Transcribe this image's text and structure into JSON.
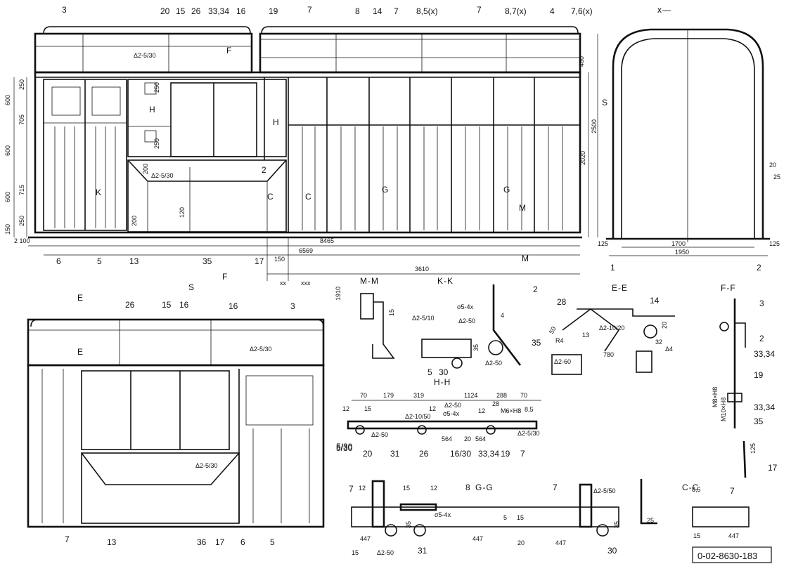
{
  "drawing_number": "0-02-8630-183",
  "sections": {
    "mm": "M-M",
    "kk": "K-K",
    "ee": "E-E",
    "ff": "F-F",
    "hh": "H-H",
    "gg": "G-G",
    "cc": "C-C",
    "s": "S"
  },
  "main_view": {
    "dims": {
      "overall_8465": "8465",
      "overall_6569": "6569",
      "len_3610": "3610",
      "d2100": "2 100",
      "d150": "150",
      "h480": "480",
      "h2500": "2500",
      "h2020": "2020",
      "h120": "120",
      "h200": "200",
      "side_600a": "600",
      "side_705a": "705",
      "side_600b": "600",
      "side_715": "715",
      "side_600c": "600",
      "side_250a": "250",
      "side_150": "150",
      "side_250b": "250",
      "in_250a": "250",
      "in_250b": "250",
      "in_200": "200",
      "weld_a": "Δ2-5/30",
      "weld_b": "Δ2-5/30"
    },
    "callouts": {
      "c3": "3",
      "c20": "20",
      "c15": "15",
      "c26": "26",
      "c3334": "33,34",
      "c16": "16",
      "c19": "19",
      "c7a": "7",
      "c8": "8",
      "c14": "14",
      "c7b": "7",
      "c85x": "8,5(x)",
      "c7c": "7",
      "c87x": "8,7(x)",
      "c4": "4",
      "c76x": "7,6(x)",
      "c6": "6",
      "c5": "5",
      "c13": "13",
      "c35": "35",
      "c17": "17",
      "c2": "2"
    },
    "cut_marks": {
      "F1": "F",
      "F2": "F",
      "H1": "H",
      "H2": "H",
      "K": "K",
      "C1": "C",
      "C2": "C",
      "G1": "G",
      "G2": "G",
      "M1": "M",
      "M2": "M",
      "xx": "xx",
      "xxx": "xxx"
    }
  },
  "end_view": {
    "title_mark": "x—",
    "dims": {
      "w1700": "1700",
      "w1950": "1950",
      "s125a": "125",
      "s125b": "125",
      "a20": "20",
      "a25": "25"
    },
    "callouts": {
      "c1": "1",
      "c2": "2",
      "S": "S"
    }
  },
  "view_s": {
    "callouts": {
      "c26": "26",
      "c15": "15",
      "c16a": "16",
      "c16b": "16",
      "c3": "3",
      "c530": "5/30",
      "c7": "7",
      "c13": "13",
      "c36": "36",
      "c17": "17",
      "c6": "6",
      "c5": "5"
    },
    "weld_a": "Δ2-5/30",
    "weld_b": "Δ2-5/30",
    "cut_E1": "E",
    "cut_E2": "E"
  },
  "mm_view": {
    "d1910": "1910",
    "d15": "15"
  },
  "kk_view": {
    "c2": "2",
    "c4": "4",
    "c35": "35",
    "c5": "5",
    "c30": "30",
    "d510": "Δ2-5/10",
    "d50a": "Δ2-50",
    "d50b": "Δ2-50",
    "d54x": "σ5-4x",
    "d35": "35"
  },
  "ee_view": {
    "c28": "28",
    "c14": "14",
    "d60": "Δ2-60",
    "d1020": "Δ2-10/20",
    "d780": "780",
    "d4": "Δ4",
    "d32": "32",
    "d13": "13",
    "d20": "20",
    "r4": "R4",
    "d50": "50"
  },
  "ff_view": {
    "c3": "3",
    "c2": "2",
    "c3334a": "33,34",
    "c19": "19",
    "c3334b": "33,34",
    "c35": "35",
    "c17": "17",
    "d125": "125",
    "dm8": "M8×H8",
    "dm10": "M10×H8"
  },
  "hh_view": {
    "dims": [
      "70",
      "179",
      "319",
      "1124",
      "288",
      "70"
    ],
    "d12a": "12",
    "d15": "15",
    "d12b": "12",
    "d12c": "12",
    "d28": "28",
    "d85": "8,5",
    "w250": "Δ2-50",
    "w1050": "Δ2-10/50",
    "w54x": "σ5-4x",
    "w250b": "Δ2-50",
    "w530": "Δ2-5/30",
    "m6": "M6×H8",
    "d564a": "564",
    "d564b": "564",
    "d20": "20",
    "callouts": [
      "5/30",
      "20",
      "31",
      "26",
      "16/30",
      "33,34",
      "19",
      "7"
    ]
  },
  "gg_view": {
    "c7a": "7",
    "c8": "8",
    "c7b": "7",
    "c30": "30",
    "c31": "31",
    "d12a": "12",
    "d15a": "15",
    "d12b": "12",
    "d15b": "15",
    "d35": "35",
    "d5": "5",
    "d35b": "35",
    "w54x": "σ5-4x",
    "w550": "Δ2-5/50",
    "w250": "Δ2-50",
    "d447a": "447",
    "d447b": "447",
    "d447c": "447",
    "d20": "20",
    "d15c": "15"
  },
  "cc_view": {
    "c7": "7",
    "d25": "25",
    "d85": "8,5",
    "d15": "15",
    "d447": "447"
  }
}
